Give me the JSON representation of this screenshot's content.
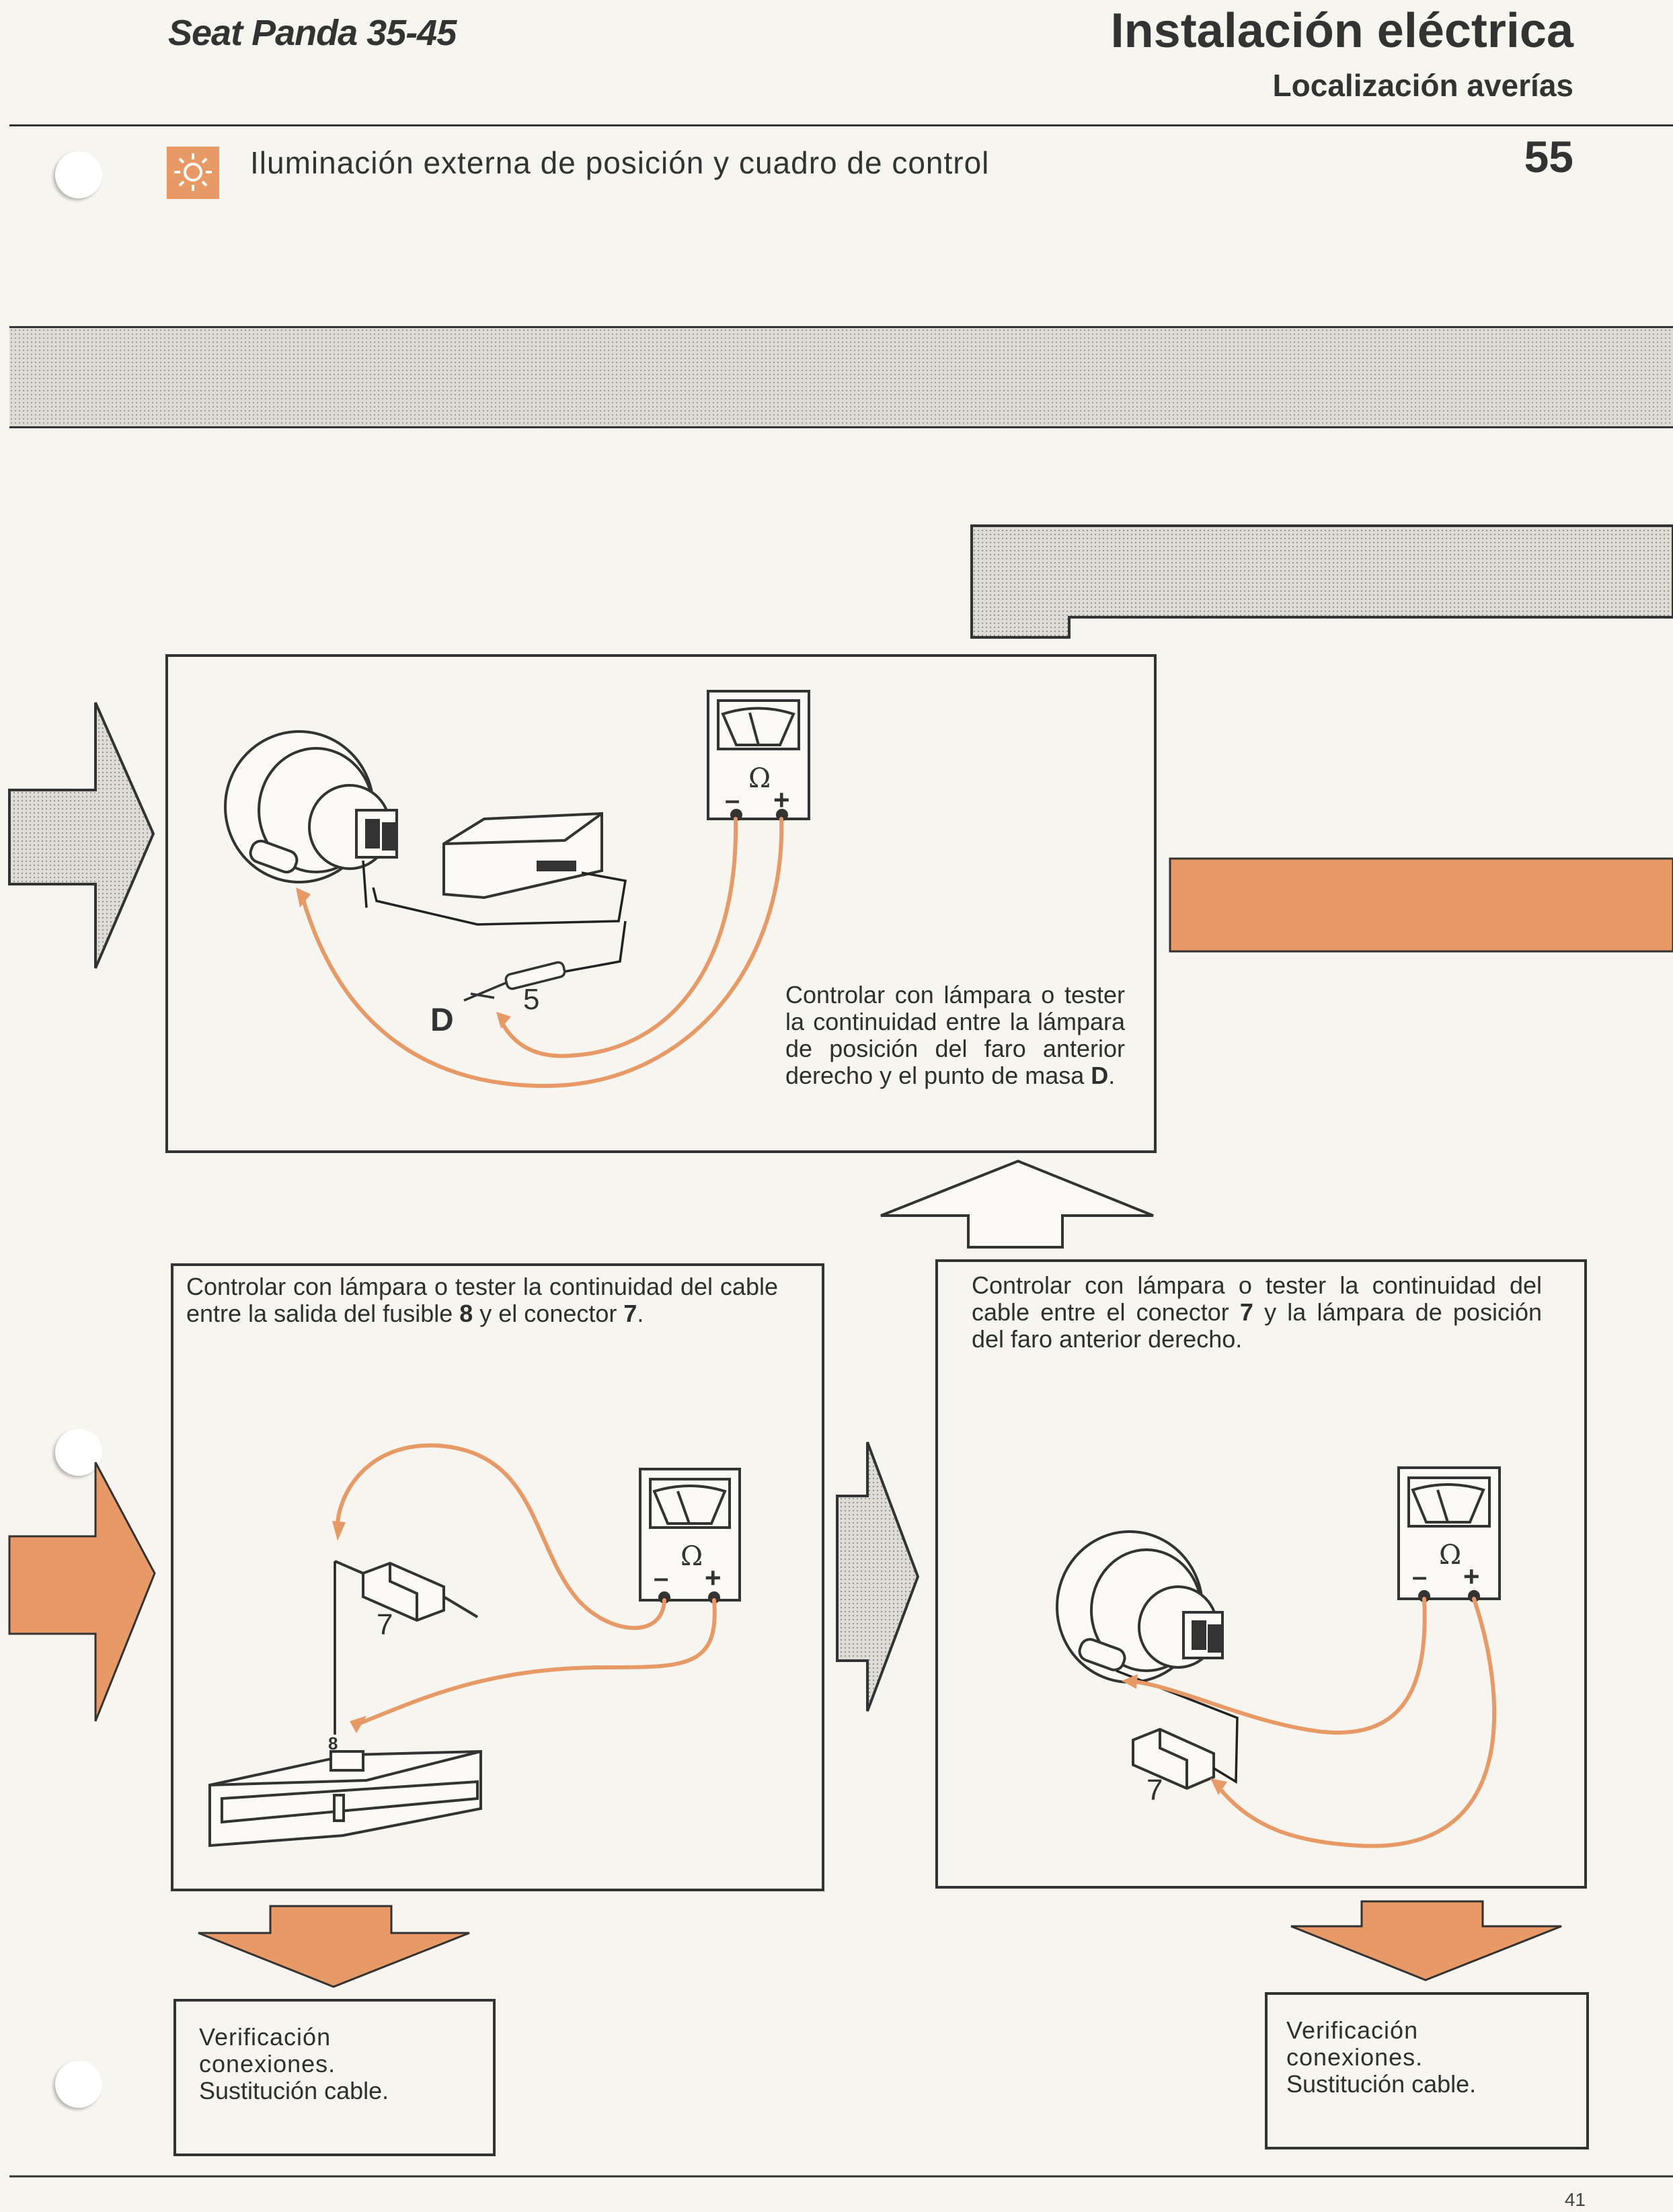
{
  "header": {
    "brand": "Seat Panda 35-45",
    "title": "Instalación eléctrica",
    "subtitle": "Localización averías",
    "section_title": "Iluminación externa de posición y cuadro de control",
    "page_number": "55",
    "section_icon": "lamp-icon"
  },
  "colors": {
    "accent_orange": "#e89a66",
    "ink": "#333333",
    "paper": "#f7f5ef",
    "band_gray": "#dcdbd6"
  },
  "top_panel": {
    "text_before_d": "Controlar con lámpara o tester la continuidad entre la lámpara de posición del faro anterior derecho y el punto de masa ",
    "text_d": "D",
    "text_end": ".",
    "label_ground": "D",
    "label_fuse": "5"
  },
  "left_panel": {
    "text_1": "Controlar con lámpara o tester la continuidad del cable entre la salida del fusible ",
    "num_8": "8",
    "text_2": " y el conector ",
    "num_7": "7",
    "text_3": ".",
    "label_connector": "7",
    "label_fuse_pin": "8"
  },
  "right_panel": {
    "text_1": "Controlar con lámpara o tester la continuidad del cable entre el conector ",
    "num_7": "7",
    "text_2": " y la lámpara de posición del faro anterior derecho.",
    "label_connector": "7"
  },
  "tester": {
    "ohm_symbol": "Ω",
    "minus": "–",
    "plus": "+"
  },
  "result_left": {
    "line_1": "Verificación conexiones.",
    "line_2": "Sustitución cable."
  },
  "result_right": {
    "line_1": "Verificación conexiones.",
    "line_2": "Sustitución cable."
  },
  "footer": {
    "sheet_number": "41"
  }
}
